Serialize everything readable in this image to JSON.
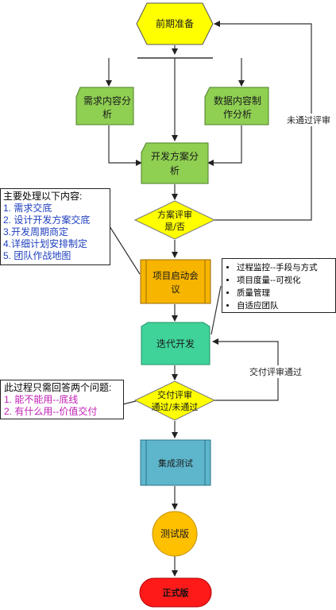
{
  "nodes": {
    "prep": "前期准备",
    "req_line1": "需求内容分",
    "req_line2": "析",
    "data_line1": "数据内容制",
    "data_line2": "作分析",
    "dev_line1": "开发方案分",
    "dev_line2": "析",
    "review_line1": "方案评审",
    "review_line2": "是/否",
    "kickoff_line1": "项目启动会",
    "kickoff_line2": "议",
    "iter": "迭代开发",
    "deliver_line1": "交付评审",
    "deliver_line2": "通过/未通过",
    "integration": "集成测试",
    "test_version": "测试版",
    "release": "正式版"
  },
  "edges": {
    "not_passed": "未通过评审",
    "delivered_passed": "交付评审通过"
  },
  "note_main": {
    "title": "主要处理以下内容:",
    "items": [
      "1. 需求交底",
      "2. 设计开发方案交底",
      "3.开发周期商定",
      "4.详细计划安排制定",
      "5. 团队作战地图"
    ]
  },
  "note_process": {
    "items": [
      "过程监控--手段与方式",
      "项目度量--可视化",
      "质量管理",
      "自适应团队"
    ]
  },
  "note_questions": {
    "title": "此过程只需回答两个问题:",
    "items": [
      "1. 能不能用--底线",
      "2. 有什么用--价值交付"
    ]
  },
  "colors": {
    "yellow": "#ffff00",
    "green": "#8fcf52",
    "orange": "#f7b500",
    "teal": "#3fd39a",
    "blue": "#5eb6cc",
    "gold": "#ffc000",
    "red": "#ff1a1a"
  }
}
